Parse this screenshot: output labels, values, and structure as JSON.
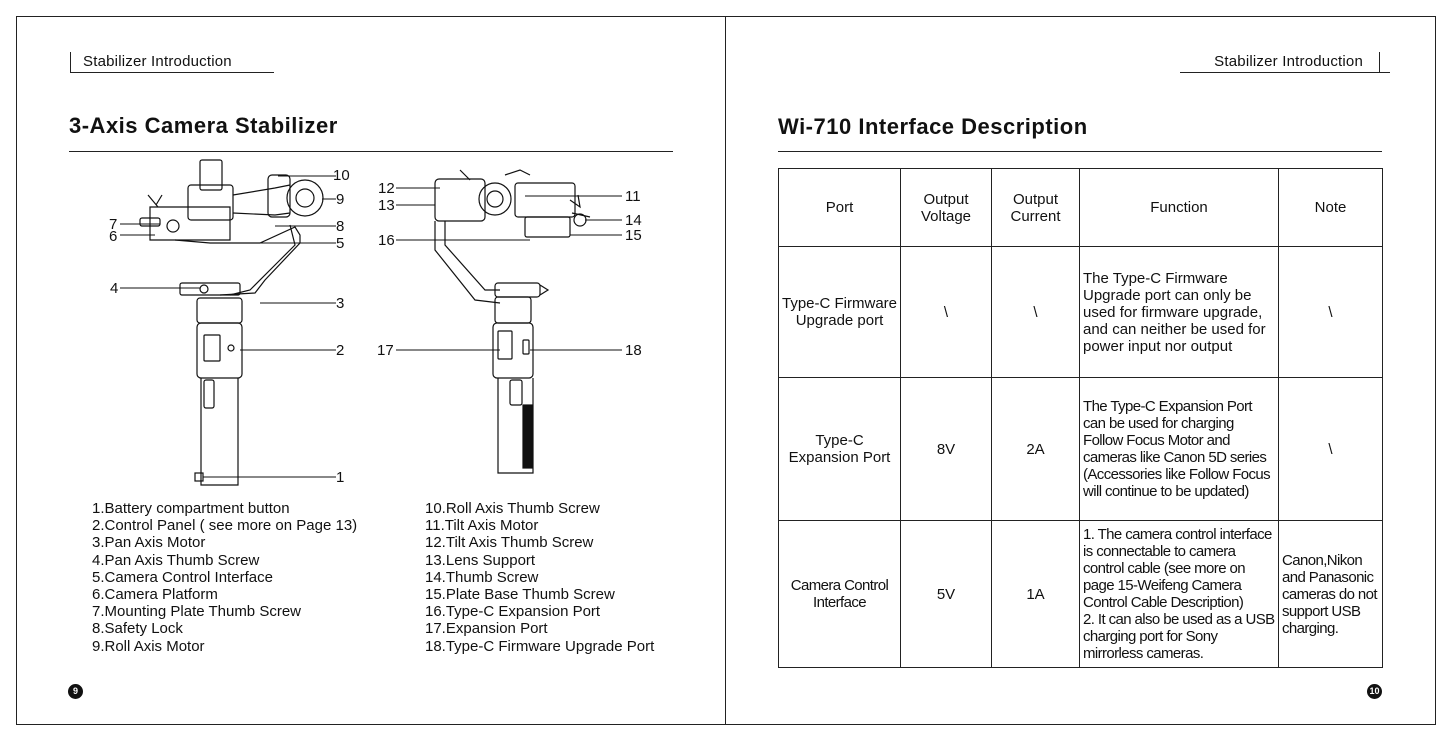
{
  "left_page": {
    "section_label": "Stabilizer Introduction",
    "title": "3-Axis Camera Stabilizer",
    "page_number": "9",
    "callouts": [
      "1",
      "2",
      "3",
      "4",
      "5",
      "6",
      "7",
      "8",
      "9",
      "10",
      "11",
      "12",
      "13",
      "14",
      "15",
      "16",
      "17",
      "18"
    ],
    "parts_col1": [
      "1.Battery compartment button",
      "2.Control Panel ( see more on Page 13)",
      "3.Pan Axis Motor",
      "4.Pan Axis Thumb Screw",
      "5.Camera Control Interface",
      "6.Camera Platform",
      "7.Mounting Plate Thumb Screw",
      "8.Safety Lock",
      "9.Roll Axis Motor"
    ],
    "parts_col2": [
      "10.Roll Axis Thumb Screw",
      "11.Tilt Axis Motor",
      "12.Tilt Axis Thumb Screw",
      "13.Lens Support",
      "14.Thumb Screw",
      "15.Plate Base Thumb Screw",
      "16.Type-C Expansion Port",
      "17.Expansion Port",
      "18.Type-C Firmware Upgrade Port"
    ]
  },
  "right_page": {
    "section_label": "Stabilizer Introduction",
    "title": "Wi-710 Interface Description",
    "page_number": "10",
    "table": {
      "headers": [
        "Port",
        "Output Voltage",
        "Output Current",
        "Function",
        "Note"
      ],
      "rows": [
        {
          "port": "Type-C Firmware Upgrade port",
          "voltage": "\\",
          "current": "\\",
          "function": "The Type-C Firmware Upgrade port can only be used for firmware upgrade, and can neither be used for power input nor output",
          "note": "\\"
        },
        {
          "port": "Type-C Expansion Port",
          "voltage": "8V",
          "current": "2A",
          "function": "The Type-C Expansion Port can be used for charging Follow Focus Motor and cameras like Canon 5D series (Accessories like Follow Focus will continue to be updated)",
          "note": "\\"
        },
        {
          "port": "Camera Control Interface",
          "voltage": "5V",
          "current": "1A",
          "function_1": "1. The camera control interface is connectable to camera control cable (see more on page 15-Weifeng Camera Control Cable Description)",
          "function_2": "2. It can also be used as a USB charging port for Sony mirrorless cameras.",
          "note": "Canon,Nikon and Panasonic cameras do not support USB charging."
        }
      ]
    }
  }
}
